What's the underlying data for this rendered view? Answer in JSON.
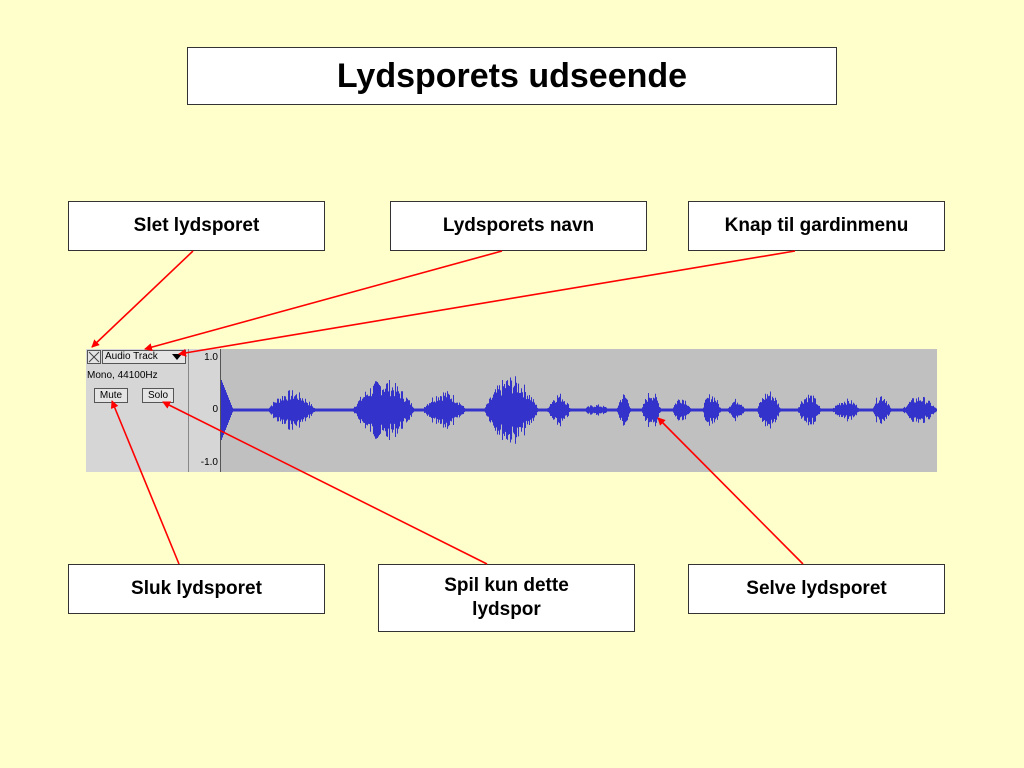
{
  "title": "Lydsporets udseende",
  "labels": {
    "delete": "Slet lydsporet",
    "name": "Lydsporets navn",
    "menu": "Knap til gardinmenu",
    "mute": "Sluk lydsporet",
    "solo_line1": "Spil kun dette",
    "solo_line2": "lydspor",
    "waveform": "Selve lydsporet"
  },
  "track": {
    "name": "Audio Track",
    "info": "Mono, 44100Hz",
    "mute_label": "Mute",
    "solo_label": "Solo",
    "ruler": {
      "top": "1.0",
      "mid": "0",
      "bottom": "-1.0"
    }
  },
  "colors": {
    "background": "#ffffcc",
    "arrow": "#ff0000",
    "waveform": "#3333cc",
    "track_bg": "#c0c0c0"
  },
  "icons": {
    "close": "close-x-icon",
    "dropdown": "triangle-down-icon"
  }
}
